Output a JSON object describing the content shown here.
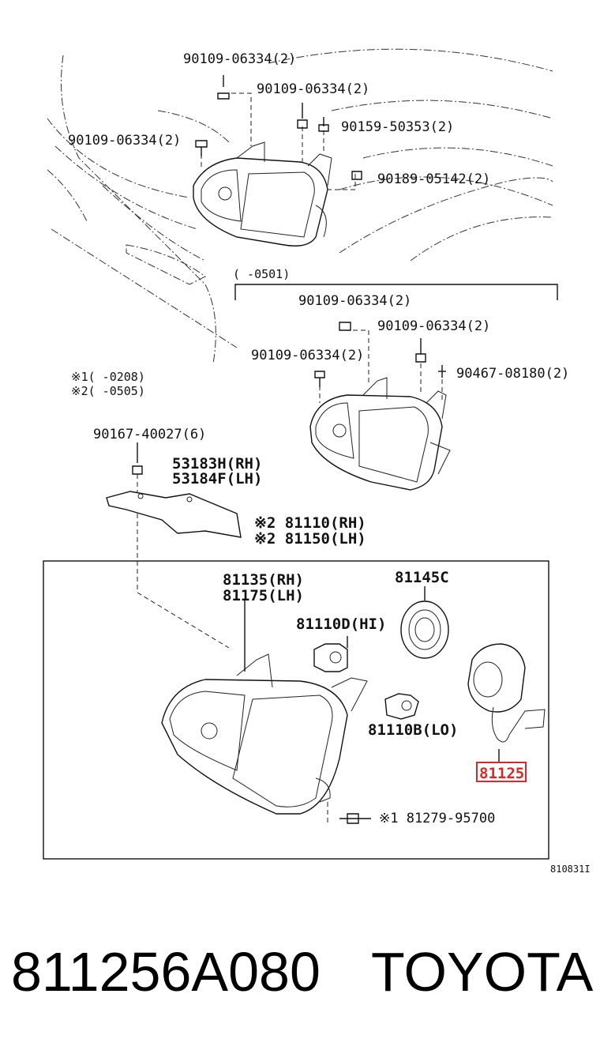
{
  "callouts": {
    "top_bolt_a": "90109-06334(2)",
    "top_bolt_b": "90109-06334(2)",
    "top_bolt_c": "90109-06334(2)",
    "top_screw_d": "90159-50353(2)",
    "top_screw_e": "90189-05142(2)",
    "range_0501": "(      -0501)",
    "mid_bolt_a": "90109-06334(2)",
    "mid_bolt_b": "90109-06334(2)",
    "mid_bolt_c": "90109-06334(2)",
    "mid_screw_d": "90467-08180(2)",
    "note_1": "※1(      -0208)",
    "note_2": "※2(      -0505)",
    "bracket_bolt": "90167-40027(6)",
    "bracket_rh": "53183H(RH)",
    "bracket_lh": "53184F(LH)",
    "headlamp_rh": "※2 81110(RH)",
    "headlamp_lh": "※2 81150(LH)",
    "unit_rh": "81135(RH)",
    "unit_lh": "81175(LH)",
    "cap": "81145C",
    "bulb_hi": "81110D(HI)",
    "bulb_lo": "81110B(LO)",
    "socket": "81125",
    "adjuster": "※1 81279-95700",
    "diagram_id": "810831I"
  },
  "highlight_color": "#d62a2a",
  "footer": {
    "part_number": "811256A080",
    "brand": "TOYOTA"
  }
}
